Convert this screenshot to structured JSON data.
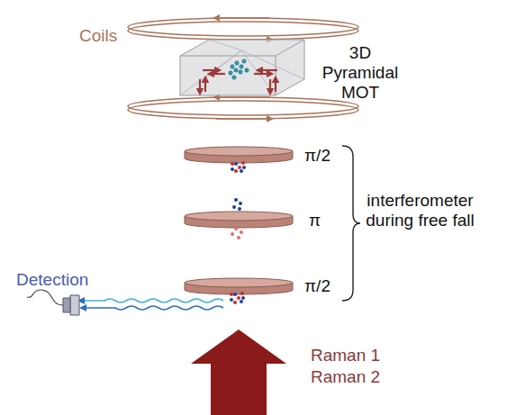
{
  "diagram": {
    "labels": [
      "Coils",
      "3D Pyramidal MOT",
      "π/2",
      "π",
      "π/2",
      "interferometer during free fall",
      "Detection",
      "Raman 1",
      "Raman 2"
    ]
  }
}
